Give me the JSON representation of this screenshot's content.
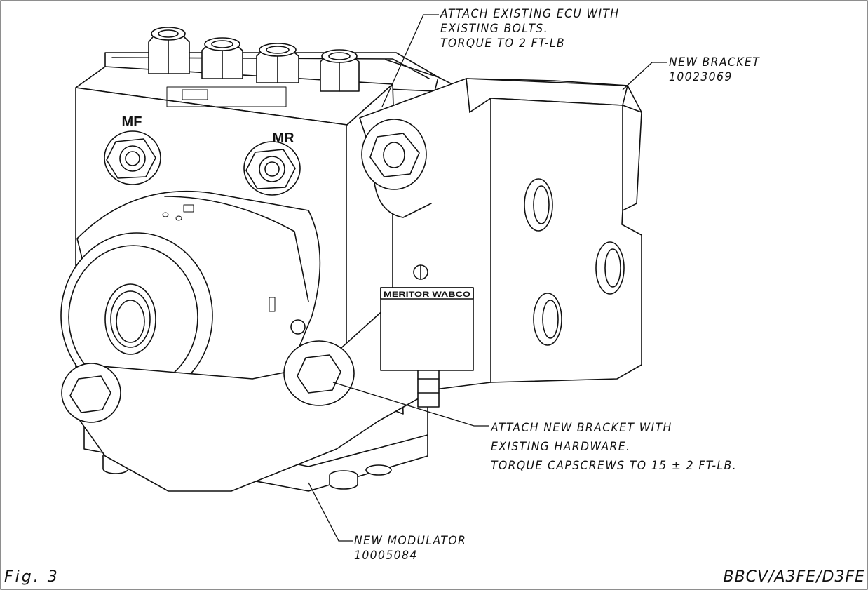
{
  "figure": {
    "label": "Fig. 3",
    "document_code": "BBCV/A3FE/D3FE"
  },
  "callouts": {
    "ecu": [
      "ATTACH EXISTING ECU WITH",
      "EXISTING BOLTS.",
      "TORQUE TO 2 FT-LB"
    ],
    "bracket": [
      "NEW BRACKET",
      "10023069"
    ],
    "hardware": [
      "ATTACH NEW BRACKET WITH",
      "EXISTING HARDWARE.",
      "TORQUE CAPSCREWS TO 15 ± 2 FT-LB."
    ],
    "modulator": [
      "NEW MODULATOR",
      "10005084"
    ]
  },
  "port_labels": {
    "left": "MF",
    "right": "MR"
  },
  "nameplate": {
    "brand": "MERITOR WABCO"
  }
}
